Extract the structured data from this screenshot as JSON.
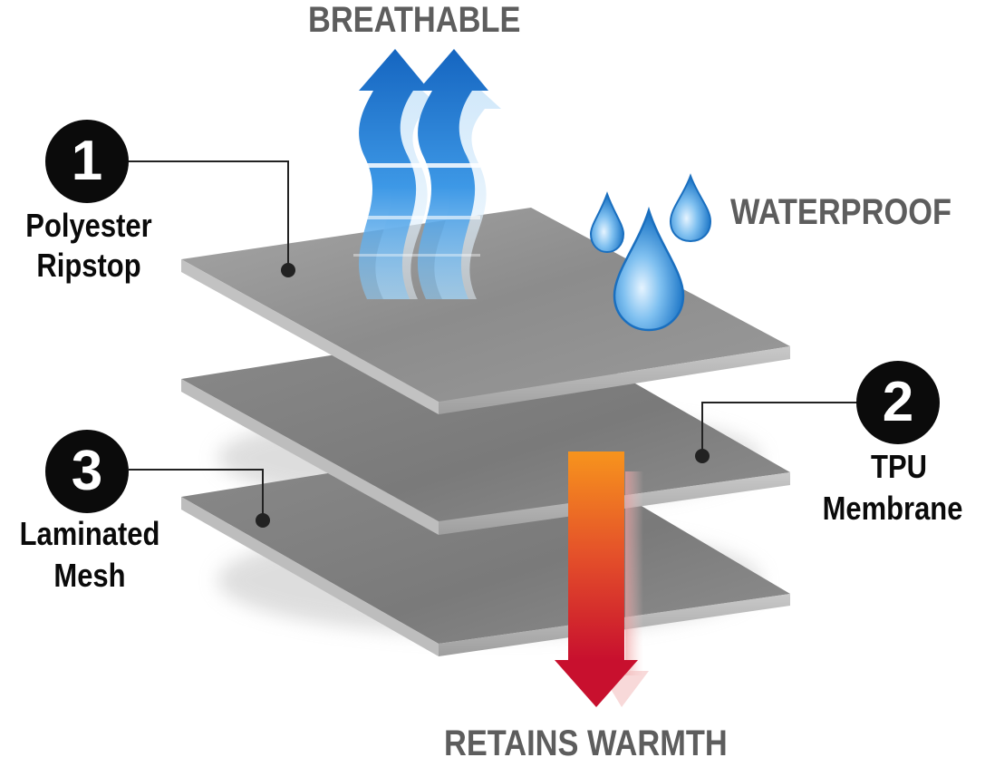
{
  "top_label": "BREATHABLE",
  "side_label": "WATERPROOF",
  "bottom_label": "RETAINS WARMTH",
  "layers": [
    {
      "number": "1",
      "line1": "Polyester",
      "line2": "Ripstop"
    },
    {
      "number": "2",
      "line1": "TPU",
      "line2": "Membrane"
    },
    {
      "number": "3",
      "line1": "Laminated",
      "line2": "Mesh"
    }
  ],
  "colors": {
    "layer_fill": "#8d8d8d",
    "breathable_arrow": "#1f7fd6",
    "water_drop": "#3f9be0",
    "warmth_top": "#f7941d",
    "warmth_bottom": "#c8102e"
  },
  "icons": [
    "breathable-arrows-icon",
    "water-drops-icon",
    "warmth-arrow-icon"
  ]
}
